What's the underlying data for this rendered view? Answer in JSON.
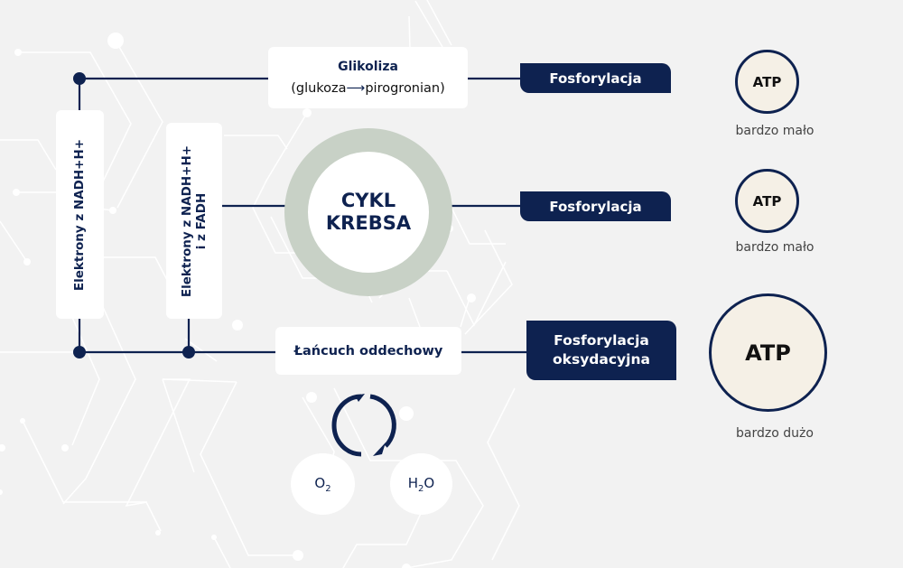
{
  "colors": {
    "navy": "#0e2250",
    "background": "#f2f2f2",
    "krebs_ring": "#c8d1c6",
    "atp_fill": "#f5f0e6",
    "box_fill": "#ffffff"
  },
  "glikoliza": {
    "title": "Glikoliza",
    "subtitle_left": "(glukoza",
    "arrow": "⟶",
    "subtitle_right": "pirogronian)"
  },
  "electrons": {
    "box1": "Elektrony z NADH+H+",
    "box2_line1": "Elektrony z NADH+H+",
    "box2_line2": "i z FADH"
  },
  "krebs": {
    "line1": "CYKL",
    "line2": "KREBSA"
  },
  "chain": {
    "label": "Łańcuch oddechowy"
  },
  "phosphorylation": [
    {
      "label": "Fosforylacja"
    },
    {
      "label": "Fosforylacja"
    },
    {
      "line1": "Fosforylacja",
      "line2": "oksydacyjna"
    }
  ],
  "atp": [
    {
      "label": "ATP",
      "amount": "bardzo mało"
    },
    {
      "label": "ATP",
      "amount": "bardzo mało"
    },
    {
      "label": "ATP",
      "amount": "bardzo dużo"
    }
  ],
  "molecules": {
    "oxygen": {
      "base": "O",
      "sub": "2"
    },
    "water": {
      "base1": "H",
      "sub": "2",
      "base2": "O"
    }
  },
  "icons": {
    "cycle": "cycle-arrows-icon"
  }
}
